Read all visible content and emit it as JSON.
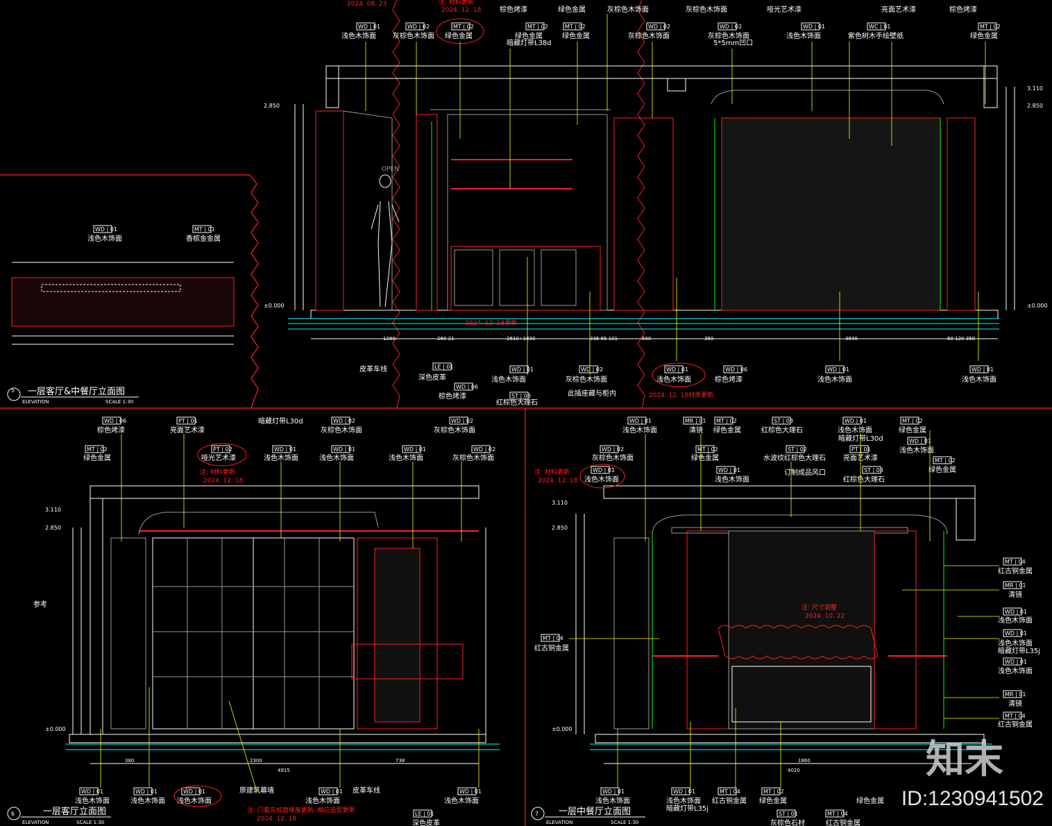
{
  "notes": {
    "top_date": "2024. 08. 23",
    "top_update": "注: 材料更新",
    "top_update_date": "2024. 12. 18",
    "mid_update": "2024. 12. 18材质更新",
    "sofa_note": "2024. 12. 18更新",
    "p6_note": "注: 材料更新",
    "p6_note_date": "2024. 12. 18",
    "p6_bottom_note": "注: 门套完成面厚度更新, 相应造型更新",
    "p6_bottom_date": "2024. 12. 18",
    "p7_note": "注: 材料更新",
    "p7_note_date": "2024. 12. 18",
    "p7_size_note": "注: 尺寸调整",
    "p7_size_date": "2024. 10. 22"
  },
  "panels": {
    "p5": {
      "num": "5",
      "title": "一层客厅&中餐厅立面图",
      "elev": "ELEVATION",
      "scale": "SCALE  1:30"
    },
    "p6": {
      "num": "6",
      "title": "一层客厅立面图",
      "elev": "ELEVATION",
      "scale": "SCALE  1:30"
    },
    "p7": {
      "num": "7",
      "title": "一层中餐厅立面图",
      "elev": "ELEVATION",
      "scale": "SCALE  1:30"
    }
  },
  "tags": [
    {
      "code": "WD | 01",
      "label": "浅色木饰面"
    },
    {
      "code": "WD | 02",
      "label": "灰棕色木饰面"
    },
    {
      "code": "MT | 02",
      "label": "绿色金属"
    },
    {
      "code": "MT | 01",
      "label": "香槟金金属"
    },
    {
      "code": "WD | 06",
      "label": "棕色烤漆"
    },
    {
      "code": "PT | 01",
      "label": "亮面艺术漆"
    },
    {
      "code": "PT | 02",
      "label": "哑光艺术漆"
    },
    {
      "code": "WC | 01",
      "label": "紫色树木手绘壁纸"
    },
    {
      "code": "ST | 03",
      "label": "红棕色大理石"
    },
    {
      "code": "LE | 01",
      "label": "深色皮革"
    },
    {
      "code": "MR | 01",
      "label": "清镜"
    },
    {
      "code": "MT | 04",
      "label": "红古铜金属"
    },
    {
      "code": "ST | 02",
      "label": "水波纹红棕色大理石"
    },
    {
      "code": "ST | 01",
      "label": "灰棕色石材"
    }
  ],
  "texts": {
    "led": "暗藏灯带L38d",
    "groove": "5*5mm凹口",
    "leather_line": "皮革车线",
    "socket": "此插座藏与柜内",
    "led30": "暗藏灯带L30d",
    "curtain": "原建筑幕墙",
    "vent": "订制成品风口",
    "led35": "暗藏灯带L35j",
    "ref": "参考",
    "open": "OPEN",
    "elev_3110": "3.110",
    "elev_2850": "2.850",
    "elev_0": "±0.000"
  },
  "watermark": {
    "brand": "知末",
    "id": "ID:1230941502"
  },
  "colors": {
    "yellow": "#ffff00",
    "cyan": "#00ffff",
    "red": "#ff2020",
    "green": "#00ff00",
    "gray": "#9a9a9a",
    "white": "#ffffff"
  }
}
